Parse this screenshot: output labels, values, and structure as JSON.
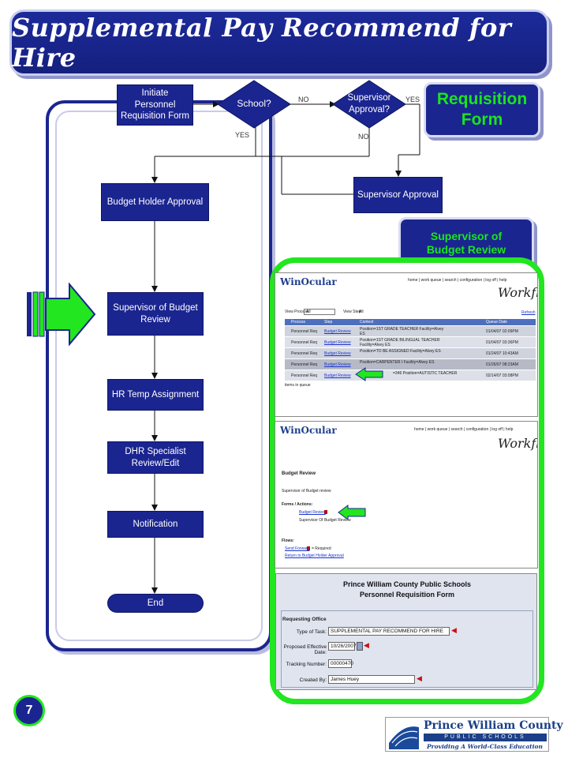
{
  "title": "Supplemental Pay Recommend for Hire",
  "flow": {
    "initiate": "Initiate Personnel Requisition Form",
    "school_q": "School?",
    "supervisor_q": "Supervisor Approval?",
    "no_1": "NO",
    "yes_1": "YES",
    "yes_2": "YES",
    "no_2": "NO",
    "supervisor_approval": "Supervisor Approval",
    "budget_holder": "Budget Holder Approval",
    "supervisor_budget": "Supervisor of Budget Review",
    "hr_temp": "HR Temp Assignment",
    "dhr_specialist": "DHR Specialist Review/Edit",
    "notification": "Notification",
    "end": "End"
  },
  "callouts": {
    "requisition": "Requisition Form",
    "supervisor_budget": "Supervisor of Budget Review"
  },
  "screen1": {
    "logo": "WinOcular",
    "nav": "home | work queue | search | configuration | log off | help",
    "workflow": "Workflow",
    "view_process_label": "View Process:",
    "view_process_value": "All",
    "view_step_label": "View Step:",
    "view_step_value": "All",
    "refresh": "Refresh",
    "headers": [
      "Process",
      "Step",
      "Context",
      "Queue Date"
    ],
    "rows": [
      {
        "process": "Personnel Req",
        "step": "Budget Review",
        "context": "Position=1ST GRADE TEACHER Facility=Alvey ES",
        "date": "01/04/07 02:09PM"
      },
      {
        "process": "Personnel Req",
        "step": "Budget Review",
        "context": "Position=1ST GRADE BILINGUAL TEACHER Facility=Alvey ES",
        "date": "01/04/07 03:36PM"
      },
      {
        "process": "Personnel Req",
        "step": "Budget Review",
        "context": "Position=TO BE ASSIGNED Facility=Alvey ES",
        "date": "01/24/07 10:43AM"
      },
      {
        "process": "Personnel Req",
        "step": "Budget Review",
        "context": "Position=CARPENTER I Facility=Alvey ES",
        "date": "01/26/07 08:23AM"
      },
      {
        "process": "Personnel Req",
        "step": "Budget Review",
        "context": "=346 Position=AUTISTIC TEACHER",
        "date": "02/14/07 03:08PM"
      }
    ],
    "footer": "items in queue"
  },
  "screen2": {
    "logo": "WinOcular",
    "nav": "home | work queue | search | configuration | log off | help",
    "workflow": "Workflow",
    "heading": "Budget Review",
    "subheading": "Supervisor of Budget review",
    "forms_label": "Forms / Actions:",
    "form_link": "Budget Review",
    "form_sub": "Supervisor Of Budget Review",
    "flows_label": "Flows:",
    "send_forward": "Send Forward",
    "required": "= Required",
    "return_link": "Return to Budget Holder Approval"
  },
  "screen3": {
    "org": "Prince William County Public Schools",
    "form_title": "Personnel Requisition Form",
    "section": "Requesting Office",
    "type_label": "Type of Task:",
    "type_value": "SUPPLEMENTAL PAY RECOMMEND FOR HIRE",
    "date_label": "Proposed Effective Date:",
    "date_value": "10/26/2007",
    "tracking_label": "Tracking Number:",
    "tracking_value": "00000470",
    "created_label": "Created By:",
    "created_value": "James Huey"
  },
  "page_number": "7",
  "logo": {
    "name": "Prince William County",
    "sub": "PUBLIC SCHOOLS",
    "tagline": "Providing A World-Class Education"
  },
  "colors": {
    "navy": "#1b2590",
    "green": "#22e61f",
    "callout_text": "#19e61c"
  }
}
